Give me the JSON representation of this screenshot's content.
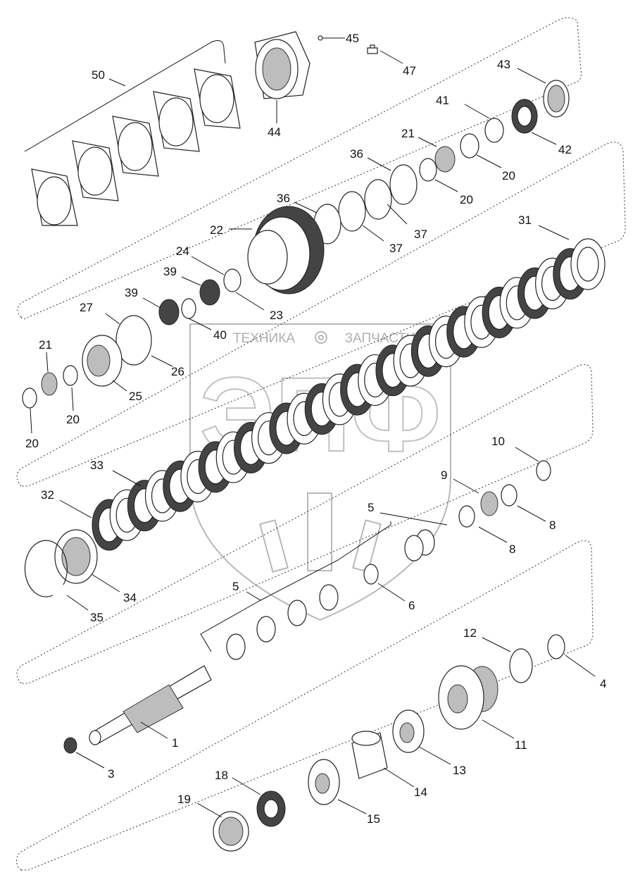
{
  "watermark": {
    "left_text": "ТЕХНИКА",
    "right_text": "ЗАПЧАСТИ",
    "gear_glyph": "gear-icon",
    "monogram": "ЭПФ"
  },
  "callouts": [
    {
      "id": "c50",
      "text": "50"
    },
    {
      "id": "c45",
      "text": "45"
    },
    {
      "id": "c47",
      "text": "47"
    },
    {
      "id": "c44",
      "text": "44"
    },
    {
      "id": "c43",
      "text": "43"
    },
    {
      "id": "c41",
      "text": "41"
    },
    {
      "id": "c42",
      "text": "42"
    },
    {
      "id": "c21a",
      "text": "21"
    },
    {
      "id": "c20a",
      "text": "20"
    },
    {
      "id": "c36",
      "text": "36"
    },
    {
      "id": "c20b",
      "text": "20"
    },
    {
      "id": "c36b",
      "text": "36"
    },
    {
      "id": "c37a",
      "text": "37"
    },
    {
      "id": "c37b",
      "text": "37"
    },
    {
      "id": "c22",
      "text": "22"
    },
    {
      "id": "c31",
      "text": "31"
    },
    {
      "id": "c24",
      "text": "24"
    },
    {
      "id": "c39a",
      "text": "39"
    },
    {
      "id": "c23",
      "text": "23"
    },
    {
      "id": "c39b",
      "text": "39"
    },
    {
      "id": "c27",
      "text": "27"
    },
    {
      "id": "c40",
      "text": "40"
    },
    {
      "id": "c21b",
      "text": "21"
    },
    {
      "id": "c26",
      "text": "26"
    },
    {
      "id": "c25",
      "text": "25"
    },
    {
      "id": "c20c",
      "text": "20"
    },
    {
      "id": "c20d",
      "text": "20"
    },
    {
      "id": "c10",
      "text": "10"
    },
    {
      "id": "c33",
      "text": "33"
    },
    {
      "id": "c9",
      "text": "9"
    },
    {
      "id": "c32",
      "text": "32"
    },
    {
      "id": "c5a",
      "text": "5"
    },
    {
      "id": "c8a",
      "text": "8"
    },
    {
      "id": "c8b",
      "text": "8"
    },
    {
      "id": "c34",
      "text": "34"
    },
    {
      "id": "c35",
      "text": "35"
    },
    {
      "id": "c5b",
      "text": "5"
    },
    {
      "id": "c6",
      "text": "6"
    },
    {
      "id": "c12",
      "text": "12"
    },
    {
      "id": "c4",
      "text": "4"
    },
    {
      "id": "c1",
      "text": "1"
    },
    {
      "id": "c11",
      "text": "11"
    },
    {
      "id": "c3",
      "text": "3"
    },
    {
      "id": "c13",
      "text": "13"
    },
    {
      "id": "c18",
      "text": "18"
    },
    {
      "id": "c14",
      "text": "14"
    },
    {
      "id": "c19",
      "text": "19"
    },
    {
      "id": "c15",
      "text": "15"
    }
  ]
}
